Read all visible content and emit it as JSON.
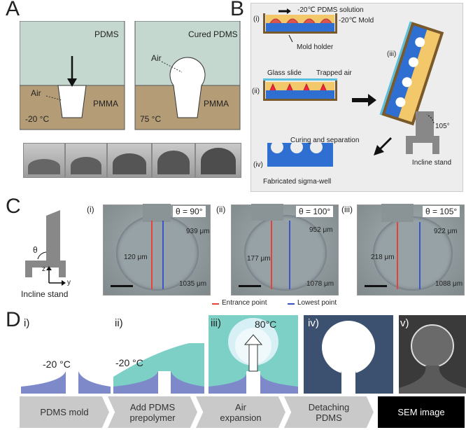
{
  "panelA": {
    "label": "A",
    "left": {
      "top_label": "PDMS",
      "air": "Air",
      "bottom_label": "PMMA",
      "temp": "-20 °C"
    },
    "right": {
      "top_label": "Cured PDMS",
      "air": "Air",
      "bottom_label": "PMMA",
      "temp": "75 °C"
    }
  },
  "panelB": {
    "label": "B",
    "steps": {
      "i": "(i)",
      "ii": "(ii)",
      "iii": "(iii)",
      "iv": "(iv)"
    },
    "pdms_solution": "-20℃ PDMS solution",
    "mold": "-20℃ Mold",
    "mold_holder": "Mold holder",
    "glass_slide": "Glass slide",
    "trapped_air": "Trapped air",
    "angle": "105°",
    "incline_stand": "Incline stand",
    "curing": "Curing and separation",
    "fabricated": "Fabricated sigma-well"
  },
  "panelC": {
    "label": "C",
    "theta": "θ",
    "incline_stand": "Incline stand",
    "axis_z": "z",
    "axis_y": "y",
    "images": [
      {
        "index": "(i)",
        "theta": "θ = 90°",
        "top": "939 μm",
        "mid": "120 μm",
        "bottom": "1035 μm"
      },
      {
        "index": "(ii)",
        "theta": "θ = 100°",
        "top": "952 μm",
        "mid": "177 μm",
        "bottom": "1078 μm"
      },
      {
        "index": "(iii)",
        "theta": "θ = 105°",
        "top": "922 μm",
        "mid": "218 μm",
        "bottom": "1088 μm"
      }
    ],
    "legend": {
      "entrance": "Entrance point",
      "lowest": "Lowest point"
    },
    "colors": {
      "entrance": "#e8413a",
      "lowest": "#3a55c8"
    }
  },
  "panelD": {
    "label": "D",
    "indices": [
      "i)",
      "ii)",
      "iii)",
      "iv)",
      "v)"
    ],
    "temps": {
      "i": "-20 °C",
      "ii": "-20 °C",
      "iii": "80°C"
    },
    "steps": [
      "PDMS mold",
      "Add PDMS prepolymer",
      "Air expansion",
      "Detaching PDMS",
      "SEM image"
    ]
  }
}
